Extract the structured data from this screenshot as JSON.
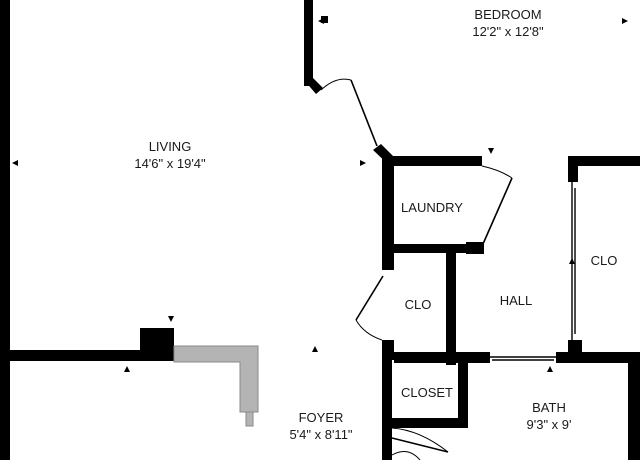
{
  "rooms": [
    {
      "id": "bedroom",
      "name": "BEDROOM",
      "dims": "12'2\" x 12'8\""
    },
    {
      "id": "living",
      "name": "LIVING",
      "dims": "14'6\" x 19'4\""
    },
    {
      "id": "laundry",
      "name": "LAUNDRY",
      "dims": ""
    },
    {
      "id": "clo-right",
      "name": "CLO",
      "dims": ""
    },
    {
      "id": "clo-hall",
      "name": "CLO",
      "dims": ""
    },
    {
      "id": "hall",
      "name": "HALL",
      "dims": ""
    },
    {
      "id": "closet",
      "name": "CLOSET",
      "dims": ""
    },
    {
      "id": "foyer",
      "name": "FOYER",
      "dims": "5'4\" x 8'11\""
    },
    {
      "id": "bath",
      "name": "BATH",
      "dims": "9'3\" x 9'"
    }
  ],
  "colors": {
    "wall": "#000000",
    "counter": "#b4b4b4",
    "text": "#1a1a1a"
  }
}
